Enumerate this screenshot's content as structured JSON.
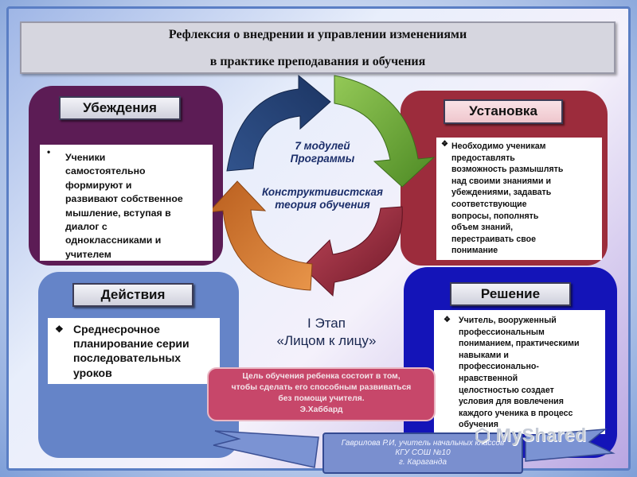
{
  "title": {
    "line1": "Рефлексия о внедрении и управлении изменениями",
    "line2": "в практике преподавания и обучения"
  },
  "quadrants": {
    "beliefs": {
      "header": "Убеждения",
      "text_lines": [
        "Ученики",
        "самостоятельно",
        "формируют и",
        "развивают собственное",
        "мышление, вступая в",
        "диалог с",
        "одноклассниками и",
        "учителем"
      ]
    },
    "attitude": {
      "header": "Установка",
      "text_lines": [
        "Необходимо ученикам",
        "предоставлять",
        "возможность размышлять",
        "над своими знаниями и",
        "убеждениями, задавать",
        "соответствующие",
        "вопросы, пополнять",
        "объем знаний,",
        "перестраивать свое",
        "понимание"
      ]
    },
    "actions": {
      "header": "Действия",
      "text_lines": [
        "Среднесрочное",
        "планирование серии",
        "последовательных",
        "уроков"
      ]
    },
    "decision": {
      "header": "Решение",
      "text_lines": [
        "Учитель, вооруженный",
        "профессиональным",
        "пониманием, практическими",
        "навыками и",
        "профессионально-",
        "нравственной",
        "целостностью создает",
        "условия для вовлечения",
        "каждого ученика в процесс",
        "обучения"
      ]
    }
  },
  "cycle": {
    "modules_line1": "7 модулей",
    "modules_line2": "Программы",
    "theory_line1": "Конструктивистская",
    "theory_line2": "теория обучения"
  },
  "stage": {
    "line1": "I Этап",
    "line2": "«Лицом к лицу»"
  },
  "quote": {
    "line1": "Цель обучения ребенка состоит в том,",
    "line2": "чтобы сделать его способным развиваться",
    "line3": "без помощи учителя.",
    "author": "Э.Хаббард"
  },
  "author_box": {
    "line1": "Гаврилова Р.И, учитель начальных классов",
    "line2": "КГУ СОШ №10",
    "line3": "г. Караганда"
  },
  "watermark": "MyShared",
  "colors": {
    "beliefs_bg": "#5c1c55",
    "attitude_bg": "#9c2c3c",
    "actions_bg": "#6584c8",
    "decision_bg": "#1414b8",
    "arrow_green": "#79b23e",
    "arrow_red": "#9a2a36",
    "arrow_orange": "#d77a2e",
    "arrow_navy": "#274373"
  }
}
